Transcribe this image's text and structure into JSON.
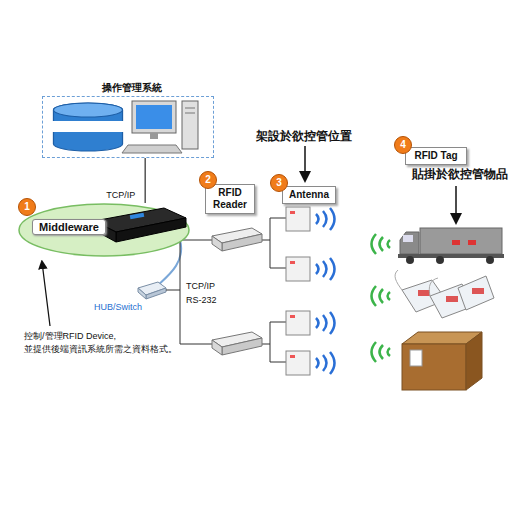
{
  "diagram": {
    "nodes": [
      {
        "text": [
          "操作管理系統"
        ]
      },
      {
        "text": [
          "Data Base"
        ],
        "in": 0
      },
      {
        "text": [
          "Middleware"
        ]
      },
      {
        "text": [
          "RFID Reader"
        ]
      },
      {
        "text": [
          "Antenna"
        ]
      },
      {
        "text": [
          "RFID Tag"
        ]
      }
    ],
    "edges": [
      {
        "from": 0,
        "to": 2,
        "label": "TCP/IP",
        "arrow": "none"
      }
    ],
    "labels": [
      "1",
      "2",
      "3",
      "4",
      "架設於欲控管位置",
      "貼掛於欲控管物品",
      "HUB/Switch",
      "TCP/IP",
      "RS-232",
      "控制/管理RFID Device, 並提供後端資訊系統所需之資料格式。"
    ]
  }
}
